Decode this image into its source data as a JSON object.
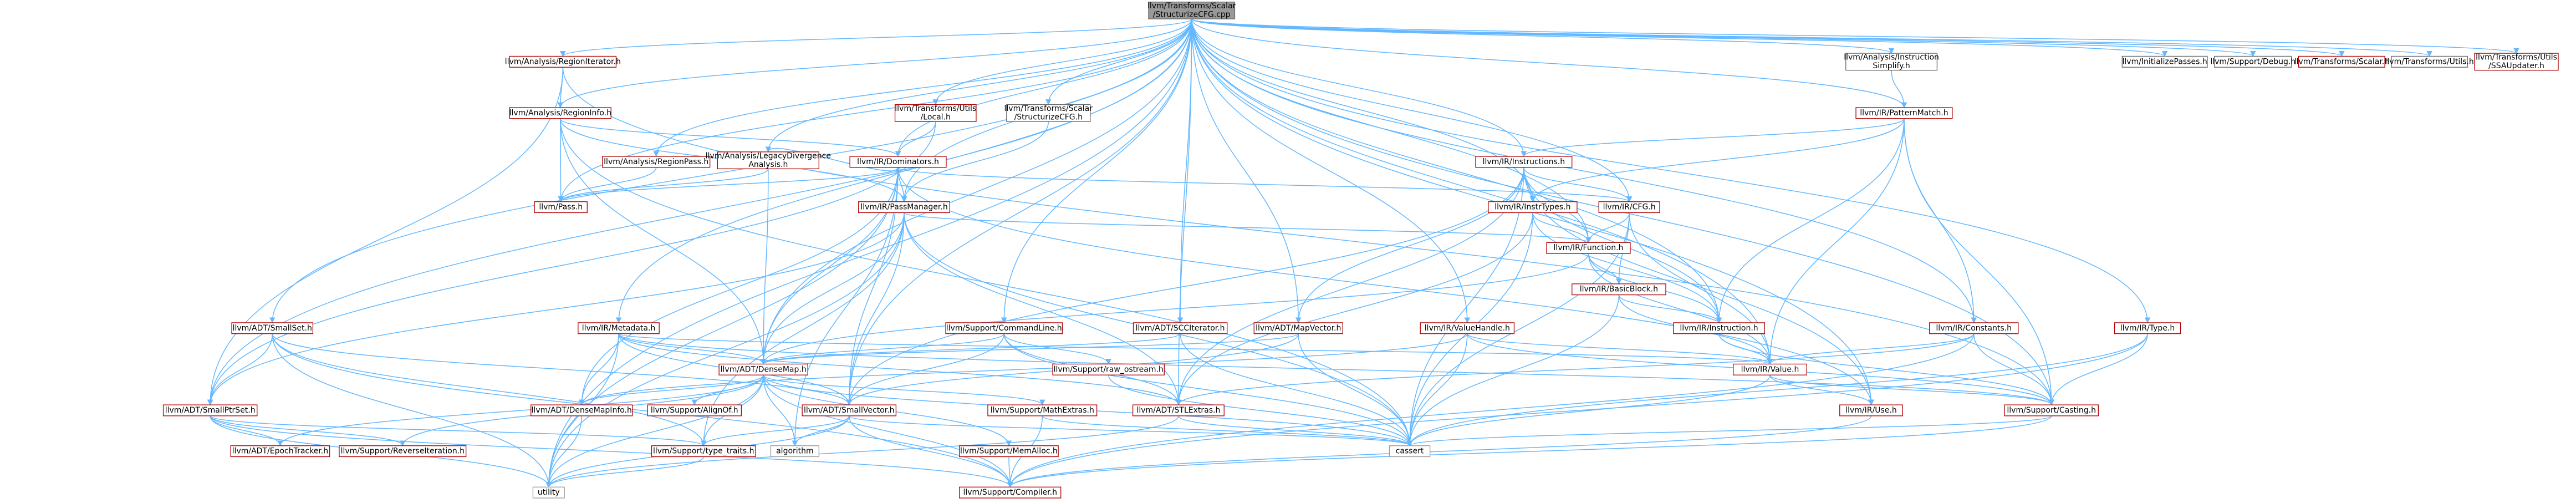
{
  "root": [
    "llvm/Transforms/Scalar",
    "/StructurizeCFG.cpp"
  ],
  "nodes": [
    {
      "id": "root",
      "lines": [
        "llvm/Transforms/Scalar",
        "/StructurizeCFG.cpp"
      ],
      "kind": "root"
    },
    {
      "id": "regioniterator",
      "lines": [
        "llvm/Analysis/RegionIterator.h"
      ],
      "kind": "red"
    },
    {
      "id": "regioninfo",
      "lines": [
        "llvm/Analysis/RegionInfo.h"
      ],
      "kind": "red"
    },
    {
      "id": "regionpass",
      "lines": [
        "llvm/Analysis/RegionPass.h"
      ],
      "kind": "red"
    },
    {
      "id": "legacydiv",
      "lines": [
        "llvm/Analysis/LegacyDivergence",
        "Analysis.h"
      ],
      "kind": "red"
    },
    {
      "id": "utilslocal",
      "lines": [
        "llvm/Transforms/Utils",
        "/Local.h"
      ],
      "kind": "red"
    },
    {
      "id": "scalarstructurize",
      "lines": [
        "llvm/Transforms/Scalar",
        "/StructurizeCFG.h"
      ],
      "kind": "plain"
    },
    {
      "id": "instsimplify",
      "lines": [
        "llvm/Analysis/Instruction",
        "Simplify.h"
      ],
      "kind": "plain"
    },
    {
      "id": "initpasses",
      "lines": [
        "llvm/InitializePasses.h"
      ],
      "kind": "plain"
    },
    {
      "id": "debug",
      "lines": [
        "llvm/Support/Debug.h"
      ],
      "kind": "plain"
    },
    {
      "id": "scalar",
      "lines": [
        "llvm/Transforms/Scalar.h"
      ],
      "kind": "red"
    },
    {
      "id": "utils",
      "lines": [
        "llvm/Transforms/Utils.h"
      ],
      "kind": "plain"
    },
    {
      "id": "ssaupdater",
      "lines": [
        "llvm/Transforms/Utils",
        "/SSAUpdater.h"
      ],
      "kind": "red"
    },
    {
      "id": "patternmatch",
      "lines": [
        "llvm/IR/PatternMatch.h"
      ],
      "kind": "red"
    },
    {
      "id": "dominators",
      "lines": [
        "llvm/IR/Dominators.h"
      ],
      "kind": "red"
    },
    {
      "id": "pass",
      "lines": [
        "llvm/Pass.h"
      ],
      "kind": "red"
    },
    {
      "id": "passmanager",
      "lines": [
        "llvm/IR/PassManager.h"
      ],
      "kind": "red"
    },
    {
      "id": "instructions",
      "lines": [
        "llvm/IR/Instructions.h"
      ],
      "kind": "red"
    },
    {
      "id": "insttypes",
      "lines": [
        "llvm/IR/InstrTypes.h"
      ],
      "kind": "red"
    },
    {
      "id": "cfg",
      "lines": [
        "llvm/IR/CFG.h"
      ],
      "kind": "red"
    },
    {
      "id": "function",
      "lines": [
        "llvm/IR/Function.h"
      ],
      "kind": "red"
    },
    {
      "id": "basicblock",
      "lines": [
        "llvm/IR/BasicBlock.h"
      ],
      "kind": "red"
    },
    {
      "id": "commandline",
      "lines": [
        "llvm/Support/CommandLine.h"
      ],
      "kind": "red"
    },
    {
      "id": "scciterator",
      "lines": [
        "llvm/ADT/SCCIterator.h"
      ],
      "kind": "red"
    },
    {
      "id": "mapvector",
      "lines": [
        "llvm/ADT/MapVector.h"
      ],
      "kind": "red"
    },
    {
      "id": "valuehandle",
      "lines": [
        "llvm/IR/ValueHandle.h"
      ],
      "kind": "red"
    },
    {
      "id": "instruction",
      "lines": [
        "llvm/IR/Instruction.h"
      ],
      "kind": "red"
    },
    {
      "id": "constants",
      "lines": [
        "llvm/IR/Constants.h"
      ],
      "kind": "red"
    },
    {
      "id": "type",
      "lines": [
        "llvm/IR/Type.h"
      ],
      "kind": "red"
    },
    {
      "id": "metadata",
      "lines": [
        "llvm/IR/Metadata.h"
      ],
      "kind": "red"
    },
    {
      "id": "smallset",
      "lines": [
        "llvm/ADT/SmallSet.h"
      ],
      "kind": "red"
    },
    {
      "id": "densemap",
      "lines": [
        "llvm/ADT/DenseMap.h"
      ],
      "kind": "red"
    },
    {
      "id": "rawostream",
      "lines": [
        "llvm/Support/raw_ostream.h"
      ],
      "kind": "red"
    },
    {
      "id": "value",
      "lines": [
        "llvm/IR/Value.h"
      ],
      "kind": "red"
    },
    {
      "id": "smallptrset",
      "lines": [
        "llvm/ADT/SmallPtrSet.h"
      ],
      "kind": "red"
    },
    {
      "id": "densemapinfo",
      "lines": [
        "llvm/ADT/DenseMapInfo.h"
      ],
      "kind": "red"
    },
    {
      "id": "alignof",
      "lines": [
        "llvm/Support/AlignOf.h"
      ],
      "kind": "red"
    },
    {
      "id": "smallvector",
      "lines": [
        "llvm/ADT/SmallVector.h"
      ],
      "kind": "red"
    },
    {
      "id": "mathextras",
      "lines": [
        "llvm/Support/MathExtras.h"
      ],
      "kind": "red"
    },
    {
      "id": "stlextras",
      "lines": [
        "llvm/ADT/STLExtras.h"
      ],
      "kind": "red"
    },
    {
      "id": "use",
      "lines": [
        "llvm/IR/Use.h"
      ],
      "kind": "red"
    },
    {
      "id": "casting",
      "lines": [
        "llvm/Support/Casting.h"
      ],
      "kind": "red"
    },
    {
      "id": "epochtracker",
      "lines": [
        "llvm/ADT/EpochTracker.h"
      ],
      "kind": "red"
    },
    {
      "id": "reverseiteration",
      "lines": [
        "llvm/Support/ReverseIteration.h"
      ],
      "kind": "red"
    },
    {
      "id": "typetraits",
      "lines": [
        "llvm/Support/type_traits.h"
      ],
      "kind": "red"
    },
    {
      "id": "algorithm",
      "lines": [
        "algorithm"
      ],
      "kind": "sys"
    },
    {
      "id": "memalloc",
      "lines": [
        "llvm/Support/MemAlloc.h"
      ],
      "kind": "red"
    },
    {
      "id": "cassert",
      "lines": [
        "cassert"
      ],
      "kind": "sys"
    },
    {
      "id": "utility",
      "lines": [
        "utility"
      ],
      "kind": "sys"
    },
    {
      "id": "compiler",
      "lines": [
        "llvm/Support/Compiler.h"
      ],
      "kind": "red"
    }
  ],
  "edges": [
    [
      "root",
      "regioniterator"
    ],
    [
      "root",
      "regioninfo"
    ],
    [
      "root",
      "regionpass"
    ],
    [
      "root",
      "legacydiv"
    ],
    [
      "root",
      "utilslocal"
    ],
    [
      "root",
      "scalarstructurize"
    ],
    [
      "root",
      "instsimplify"
    ],
    [
      "root",
      "initpasses"
    ],
    [
      "root",
      "debug"
    ],
    [
      "root",
      "scalar"
    ],
    [
      "root",
      "utils"
    ],
    [
      "root",
      "ssaupdater"
    ],
    [
      "root",
      "patternmatch"
    ],
    [
      "root",
      "dominators"
    ],
    [
      "root",
      "instructions"
    ],
    [
      "root",
      "insttypes"
    ],
    [
      "root",
      "cfg"
    ],
    [
      "root",
      "function"
    ],
    [
      "root",
      "commandline"
    ],
    [
      "root",
      "scciterator"
    ],
    [
      "root",
      "mapvector"
    ],
    [
      "root",
      "valuehandle"
    ],
    [
      "root",
      "instruction"
    ],
    [
      "root",
      "constants"
    ],
    [
      "root",
      "type"
    ],
    [
      "root",
      "metadata"
    ],
    [
      "root",
      "smallset"
    ],
    [
      "root",
      "densemap"
    ],
    [
      "root",
      "value"
    ],
    [
      "root",
      "smallptrset"
    ],
    [
      "root",
      "smallvector"
    ],
    [
      "root",
      "stlextras"
    ],
    [
      "root",
      "use"
    ],
    [
      "root",
      "casting"
    ],
    [
      "root",
      "pass"
    ],
    [
      "root",
      "passmanager"
    ],
    [
      "root",
      "utility"
    ],
    [
      "regioniterator",
      "regioninfo"
    ],
    [
      "regioniterator",
      "casting"
    ],
    [
      "regioniterator",
      "smallptrset"
    ],
    [
      "regioninfo",
      "dominators"
    ],
    [
      "regioninfo",
      "pass"
    ],
    [
      "regioninfo",
      "passmanager"
    ],
    [
      "regioninfo",
      "densemap"
    ],
    [
      "regioninfo",
      "cassert"
    ],
    [
      "regionpass",
      "pass"
    ],
    [
      "legacydiv",
      "pass"
    ],
    [
      "legacydiv",
      "dominators"
    ],
    [
      "legacydiv",
      "densemap"
    ],
    [
      "utilslocal",
      "dominators"
    ],
    [
      "utilslocal",
      "smallptrset"
    ],
    [
      "scalarstructurize",
      "passmanager"
    ],
    [
      "instsimplify",
      "patternmatch"
    ],
    [
      "patternmatch",
      "instructions"
    ],
    [
      "patternmatch",
      "constants"
    ],
    [
      "patternmatch",
      "instruction"
    ],
    [
      "patternmatch",
      "value"
    ],
    [
      "patternmatch",
      "casting"
    ],
    [
      "patternmatch",
      "insttypes"
    ],
    [
      "dominators",
      "pass"
    ],
    [
      "dominators",
      "passmanager"
    ],
    [
      "dominators",
      "cfg"
    ],
    [
      "dominators",
      "densemap"
    ],
    [
      "dominators",
      "smallvector"
    ],
    [
      "dominators",
      "densemapinfo"
    ],
    [
      "dominators",
      "use"
    ],
    [
      "dominators",
      "utility"
    ],
    [
      "dominators",
      "algorithm"
    ],
    [
      "passmanager",
      "function"
    ],
    [
      "passmanager",
      "densemap"
    ],
    [
      "passmanager",
      "stlextras"
    ],
    [
      "passmanager",
      "smallptrset"
    ],
    [
      "passmanager",
      "smallvector"
    ],
    [
      "passmanager",
      "typetraits"
    ],
    [
      "passmanager",
      "cassert"
    ],
    [
      "passmanager",
      "utility"
    ],
    [
      "instructions",
      "insttypes"
    ],
    [
      "instructions",
      "cfg"
    ],
    [
      "instructions",
      "instruction"
    ],
    [
      "instructions",
      "function"
    ],
    [
      "instructions",
      "mapvector"
    ],
    [
      "instructions",
      "stlextras"
    ],
    [
      "instructions",
      "use"
    ],
    [
      "instructions",
      "cassert"
    ],
    [
      "instructions",
      "smallvector"
    ],
    [
      "insttypes",
      "function"
    ],
    [
      "insttypes",
      "instruction"
    ],
    [
      "insttypes",
      "stlextras"
    ],
    [
      "insttypes",
      "cassert"
    ],
    [
      "cfg",
      "function"
    ],
    [
      "cfg",
      "basicblock"
    ],
    [
      "cfg",
      "value"
    ],
    [
      "cfg",
      "cassert"
    ],
    [
      "function",
      "basicblock"
    ],
    [
      "function",
      "instruction"
    ],
    [
      "function",
      "value"
    ],
    [
      "function",
      "densemap"
    ],
    [
      "basicblock",
      "instruction"
    ],
    [
      "basicblock",
      "value"
    ],
    [
      "basicblock",
      "cassert"
    ],
    [
      "commandline",
      "smallvector"
    ],
    [
      "commandline",
      "stlextras"
    ],
    [
      "commandline",
      "rawostream"
    ],
    [
      "commandline",
      "cassert"
    ],
    [
      "commandline",
      "densemap"
    ],
    [
      "scciterator",
      "densemap"
    ],
    [
      "scciterator",
      "cassert"
    ],
    [
      "mapvector",
      "densemap"
    ],
    [
      "mapvector",
      "smallvector"
    ],
    [
      "mapvector",
      "cassert"
    ],
    [
      "valuehandle",
      "densemapinfo"
    ],
    [
      "valuehandle",
      "value"
    ],
    [
      "valuehandle",
      "casting"
    ],
    [
      "valuehandle",
      "cassert"
    ],
    [
      "instruction",
      "value"
    ],
    [
      "instruction",
      "casting"
    ],
    [
      "constants",
      "value"
    ],
    [
      "constants",
      "casting"
    ],
    [
      "constants",
      "stlextras"
    ],
    [
      "constants",
      "compiler"
    ],
    [
      "type",
      "casting"
    ],
    [
      "type",
      "compiler"
    ],
    [
      "type",
      "cassert"
    ],
    [
      "metadata",
      "densemap"
    ],
    [
      "metadata",
      "densemapinfo"
    ],
    [
      "metadata",
      "smallvector"
    ],
    [
      "metadata",
      "casting"
    ],
    [
      "metadata",
      "value"
    ],
    [
      "metadata",
      "stlextras"
    ],
    [
      "metadata",
      "utility"
    ],
    [
      "smallset",
      "smallptrset"
    ],
    [
      "smallset",
      "smallvector"
    ],
    [
      "smallset",
      "compiler"
    ],
    [
      "smallset",
      "utility"
    ],
    [
      "smallset",
      "typetraits"
    ],
    [
      "densemap",
      "densemapinfo"
    ],
    [
      "densemap",
      "epochtracker"
    ],
    [
      "densemap",
      "alignof"
    ],
    [
      "densemap",
      "compiler"
    ],
    [
      "densemap",
      "mathextras"
    ],
    [
      "densemap",
      "memalloc"
    ],
    [
      "densemap",
      "reverseiteration"
    ],
    [
      "densemap",
      "typetraits"
    ],
    [
      "densemap",
      "algorithm"
    ],
    [
      "densemap",
      "cassert"
    ],
    [
      "densemap",
      "utility"
    ],
    [
      "rawostream",
      "cassert"
    ],
    [
      "value",
      "use"
    ],
    [
      "value",
      "casting"
    ],
    [
      "value",
      "cassert"
    ],
    [
      "smallptrset",
      "epochtracker"
    ],
    [
      "smallptrset",
      "compiler"
    ],
    [
      "smallptrset",
      "reverseiteration"
    ],
    [
      "smallptrset",
      "typetraits"
    ],
    [
      "smallptrset",
      "utility"
    ],
    [
      "densemapinfo",
      "utility"
    ],
    [
      "smallvector",
      "compiler"
    ],
    [
      "smallvector",
      "typetraits"
    ],
    [
      "smallvector",
      "algorithm"
    ],
    [
      "smallvector",
      "cassert"
    ],
    [
      "smallvector",
      "utility"
    ],
    [
      "mathextras",
      "compiler"
    ],
    [
      "mathextras",
      "cassert"
    ],
    [
      "stlextras",
      "cassert"
    ],
    [
      "stlextras",
      "utility"
    ],
    [
      "use",
      "compiler"
    ],
    [
      "casting",
      "compiler"
    ],
    [
      "casting",
      "cassert"
    ],
    [
      "memalloc",
      "compiler"
    ],
    [
      "typetraits",
      "utility"
    ]
  ]
}
